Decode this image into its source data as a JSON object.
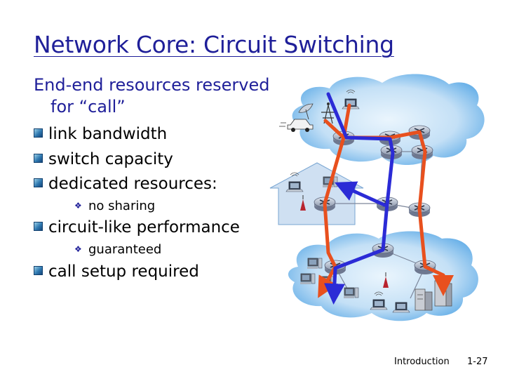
{
  "slide": {
    "title": "Network Core: Circuit Switching",
    "intro_line1": "End-end resources reserved",
    "intro_line2": "for “call”",
    "bullets": [
      {
        "text": "link bandwidth"
      },
      {
        "text": "switch capacity"
      },
      {
        "text": "dedicated resources:"
      },
      {
        "text": "circuit-like performance"
      },
      {
        "text": "call setup required"
      }
    ],
    "sub_bullets": [
      {
        "text": "no sharing"
      },
      {
        "text": "guaranteed"
      }
    ],
    "footer_label": "Introduction",
    "page_number": "1-27"
  },
  "diagram": {
    "colors": {
      "title": "#1f1f99",
      "path_red": "#e8501e",
      "path_blue": "#2b2bd6",
      "cloud_light": "#cfe6f8",
      "cloud_dark": "#2f8fd6",
      "router": "#8a94a8",
      "home": "#cfe0f2"
    },
    "icons": [
      "wireless-tower-icon",
      "car-icon",
      "laptop-icon",
      "pda-icon",
      "router-icon",
      "server-icon",
      "home-network-icon"
    ]
  }
}
